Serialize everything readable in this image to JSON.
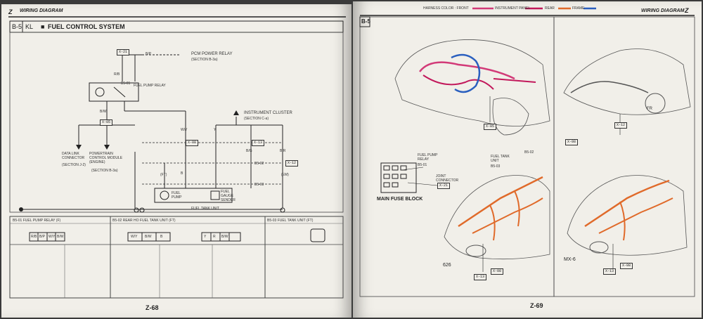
{
  "left_page": {
    "header_letter": "Z",
    "header_title": "WIRING DIAGRAM",
    "section_code": "B-5",
    "model_code": "KL",
    "section_title": "FUEL CONTROL SYSTEM",
    "page_number": "Z-68",
    "labels": {
      "pcm_power_relay": "PCM POWER RELAY",
      "pcm_section": "(SECTION B-3a)",
      "fuel_pump_relay": "FUEL PUMP RELAY",
      "instrument_cluster": "INSTRUMENT CLUSTER",
      "cluster_section": "(SECTION C-a)",
      "data_link_connector": "DATA LINK CONNECTOR",
      "dlc_section": "(SECTION J-2)",
      "pcm": "POWERTRAIN CONTROL MODULE (ENGINE)",
      "pcm_section2": "(SECTION B-3a)",
      "fuel_pump": "FUEL PUMP",
      "fuel_gauge_sender": "FUEL GAUGE SENDER",
      "fuel_tank_unit": "FUEL TANK UNIT"
    },
    "connectors": {
      "x21": "X-21",
      "x05": "X-05",
      "x08": "X-08",
      "x13": "X-13",
      "x12": "X-12",
      "b501": "B5-01",
      "b502": "B5-02",
      "b503": "B5-03"
    },
    "wires": {
      "bp": "B/P",
      "rb": "R/B",
      "bw": "B/W",
      "wy": "W/Y",
      "y": "Y",
      "br": "B/R",
      "bg": "B/G",
      "b": "B",
      "ft": "(FT)",
      "em": "(EM)"
    },
    "bottom_panels": [
      {
        "title": "B5-01 FUEL PUMP RELAY (F)",
        "pins": [
          "R/B",
          "B/P",
          "W/Y",
          "B/W"
        ]
      },
      {
        "title": "B5-02 REAR HO FUEL TANK UNIT (FT)",
        "pins": [
          "W/Y",
          "B/W",
          "B",
          "Y",
          "R",
          "B/W"
        ]
      },
      {
        "title": "B5-03 FUEL TANK UNIT (FT)",
        "pins": []
      }
    ]
  },
  "right_page": {
    "section_code": "B-5",
    "header_title": "WIRING DIAGRAM",
    "header_letter": "Z",
    "page_number": "Z-69",
    "legend": {
      "label": "HARNESS COLOR : FRONT",
      "instrument_panel": "INSTRUMENT PANEL",
      "rear": "REAR",
      "frame": "FRAME",
      "front_color": "#d23a78",
      "instrument_color": "#c2185b",
      "rear_color": "#e06a2a",
      "frame_color": "#2a5fbf"
    },
    "labels": {
      "main_fuse_block": "MAIN FUSE BLOCK",
      "fuel_pump_relay": "FUEL PUMP RELAY",
      "joint_connector": "JOINT CONNECTOR",
      "fuel_tank_unit": "FUEL TANK UNIT",
      "model_626": "626",
      "model_mx6": "MX-6"
    },
    "connectors": {
      "x05": "X-05",
      "x12": "X-12",
      "x08": "X-08",
      "x21": "X-21",
      "x13": "X-13",
      "b501": "B5-01",
      "b503": "B5-03",
      "b502": "B5-02"
    }
  }
}
